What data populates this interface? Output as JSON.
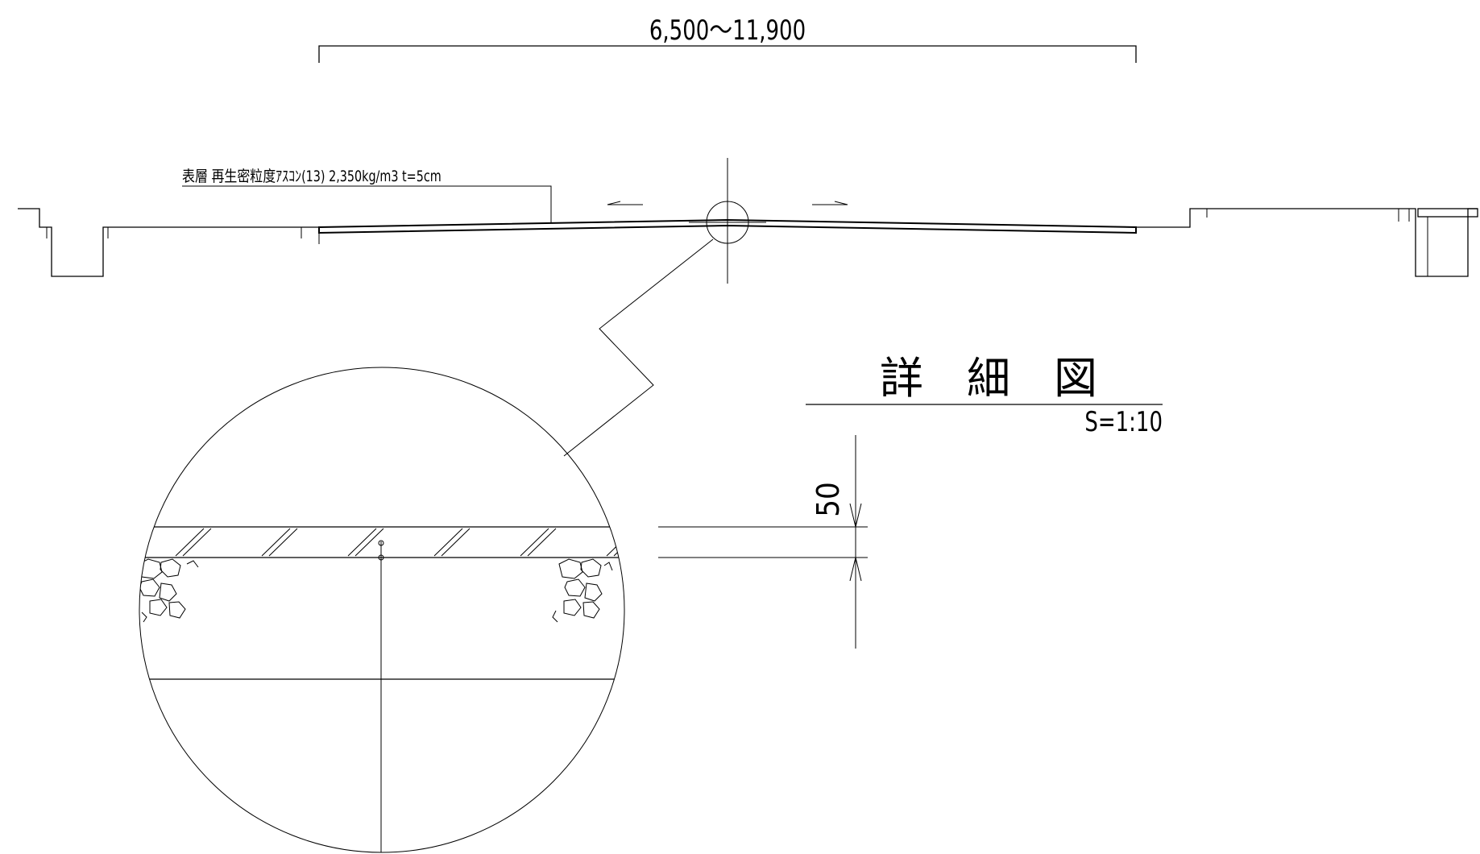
{
  "overall_dimension": "6,500～11,900",
  "surface_note": "表層 再生密粒度ｱｽｺﾝ(13) 2,350kg/m3 t=5cm",
  "detail": {
    "title": "詳　細　図",
    "scale": "S=1:10",
    "thickness_dim": "50"
  }
}
